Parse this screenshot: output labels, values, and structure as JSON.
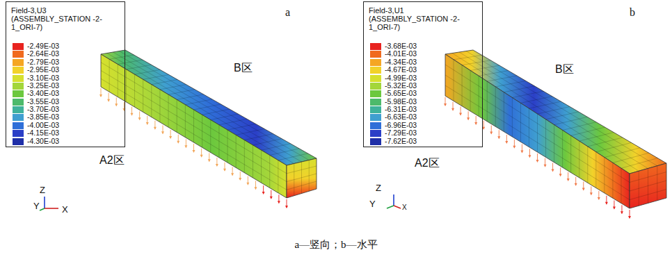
{
  "diagram": {
    "caption": "a—竖向；b—水平",
    "nodes": [
      {
        "text": [
          "Field-3,U3 (ASSEMBLY_STATION -2-1_ORI-7)"
        ]
      },
      {
        "text": [
          "Field-3,U1 (ASSEMBLY_STATION -2-1_ORI-7)"
        ]
      }
    ],
    "labels": [
      "a",
      "B区",
      "A2区",
      "Z",
      "Y",
      "X",
      "b",
      "B区",
      "A2区",
      "Z",
      "Y",
      "X"
    ],
    "legend": [
      {
        "text": "-2.49E-03",
        "color": "#e8231f"
      },
      {
        "text": "-2.64E-03",
        "color": "#f06a1e"
      },
      {
        "text": "-2.79E-03",
        "color": "#f5a623"
      },
      {
        "text": "-2.95E-03",
        "color": "#f2d22a"
      },
      {
        "text": "-3.10E-03",
        "color": "#d6e02e"
      },
      {
        "text": "-3.25E-03",
        "color": "#a3d63a"
      },
      {
        "text": "-3.40E-03",
        "color": "#6cc83e"
      },
      {
        "text": "-3.55E-03",
        "color": "#4dba6b"
      },
      {
        "text": "-3.70E-03",
        "color": "#3fb29b"
      },
      {
        "text": "-3.85E-03",
        "color": "#3f9fd0"
      },
      {
        "text": "-4.00E-03",
        "color": "#2f6fd8"
      },
      {
        "text": "-4.15E-03",
        "color": "#2b3fc7"
      },
      {
        "text": "-4.30E-03",
        "color": "#1f2fa8"
      },
      {
        "text": "-3.68E-03",
        "color": "#e8231f"
      },
      {
        "text": "-4.01E-03",
        "color": "#f06a1e"
      },
      {
        "text": "-4.34E-03",
        "color": "#f5a623"
      },
      {
        "text": "-4.67E-03",
        "color": "#f2d22a"
      },
      {
        "text": "-4.99E-03",
        "color": "#d6e02e"
      },
      {
        "text": "-5.32E-03",
        "color": "#a3d63a"
      },
      {
        "text": "-5.65E-03",
        "color": "#6cc83e"
      },
      {
        "text": "-5.98E-03",
        "color": "#4dba6b"
      },
      {
        "text": "-6.31E-03",
        "color": "#3fb29b"
      },
      {
        "text": "-6.63E-03",
        "color": "#3f9fd0"
      },
      {
        "text": "-6.96E-03",
        "color": "#2f6fd8"
      },
      {
        "text": "-7.29E-03",
        "color": "#2b3fc7"
      },
      {
        "text": "-7.62E-03",
        "color": "#1f2fa8"
      }
    ]
  }
}
